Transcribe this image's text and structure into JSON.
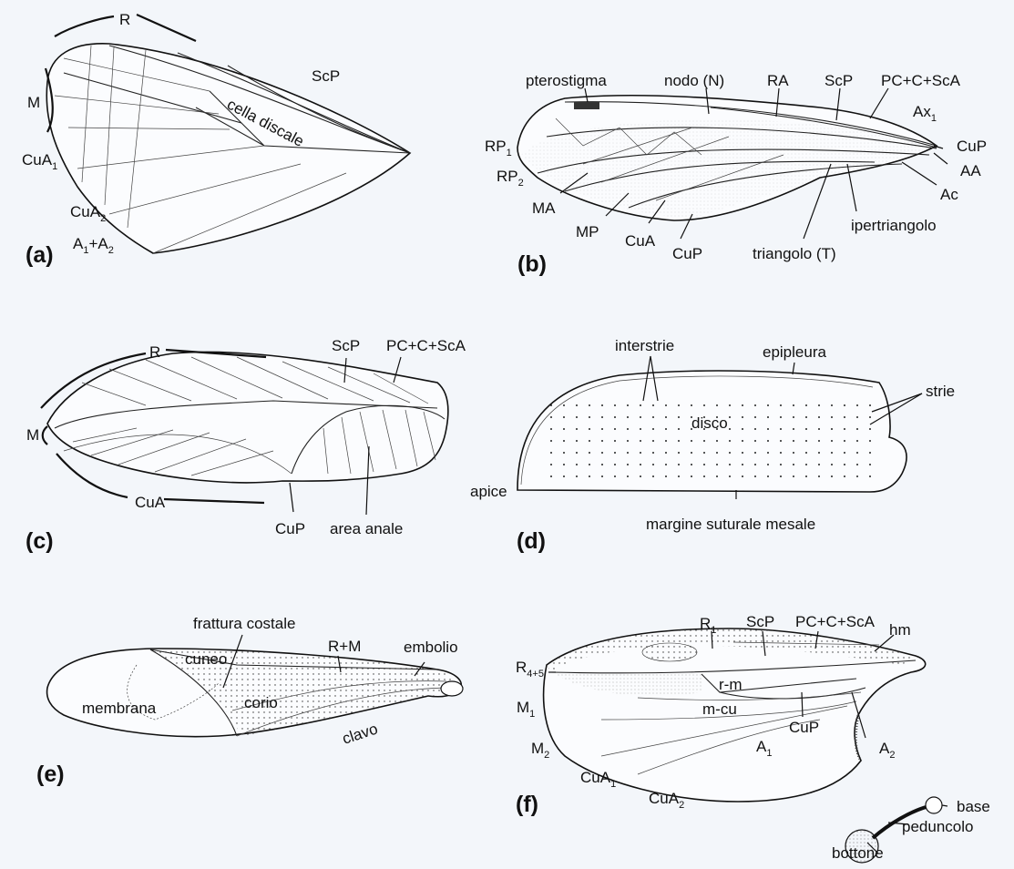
{
  "panels": {
    "a": {
      "letter": "(a)",
      "labels": {
        "R": "R",
        "ScP": "ScP",
        "M": "M",
        "cella_discale": "cella discale",
        "CuA1": "CuA",
        "CuA1_sub": "1",
        "CuA2": "CuA",
        "CuA2_sub": "2",
        "A1": "A",
        "A1_sub": "1",
        "A1A2_plus": "+A",
        "A2_sub": "2"
      }
    },
    "b": {
      "letter": "(b)",
      "labels": {
        "pterostigma": "pterostigma",
        "nodo": "nodo (N)",
        "RA": "RA",
        "ScP": "ScP",
        "PC": "PC+C+ScA",
        "Ax": "Ax",
        "Ax_sub": "1",
        "RP1": "RP",
        "RP1_sub": "1",
        "RP2": "RP",
        "RP2_sub": "2",
        "MA": "MA",
        "MP": "MP",
        "CuA": "CuA",
        "CuP_low": "CuP",
        "triangolo": "triangolo (T)",
        "ipertriangolo": "ipertriangolo",
        "CuP": "CuP",
        "AA": "AA",
        "Ac": "Ac"
      }
    },
    "c": {
      "letter": "(c)",
      "labels": {
        "R": "R",
        "ScP": "ScP",
        "PC": "PC+C+ScA",
        "M": "M",
        "CuA": "CuA",
        "CuP": "CuP",
        "area_anale": "area anale"
      }
    },
    "d": {
      "letter": "(d)",
      "labels": {
        "interstrie": "interstrie",
        "epipleura": "epipleura",
        "strie": "strie",
        "disco": "disco",
        "apice": "apice",
        "margine": "margine suturale mesale"
      }
    },
    "e": {
      "letter": "(e)",
      "labels": {
        "frattura": "frattura costale",
        "cuneo": "cuneo",
        "RM": "R+M",
        "embolio": "embolio",
        "membrana": "membrana",
        "corio": "corio",
        "clavo": "clavo"
      }
    },
    "f": {
      "letter": "(f)",
      "labels": {
        "R1": "R",
        "R1_sub": "1",
        "ScP": "ScP",
        "PC": "PC+C+ScA",
        "hm": "hm",
        "R45": "R",
        "R45_sub": "4+5",
        "rm": "r-m",
        "mcu": "m-cu",
        "M1": "M",
        "M1_sub": "1",
        "M2": "M",
        "M2_sub": "2",
        "CuP": "CuP",
        "A2": "A",
        "A2_sub": "2",
        "A1": "A",
        "A1_sub": "1",
        "CuA1": "CuA",
        "CuA1_sub": "1",
        "CuA2": "CuA",
        "CuA2_sub": "2",
        "base": "base",
        "peduncolo": "peduncolo",
        "bottone": "bottone"
      }
    }
  }
}
